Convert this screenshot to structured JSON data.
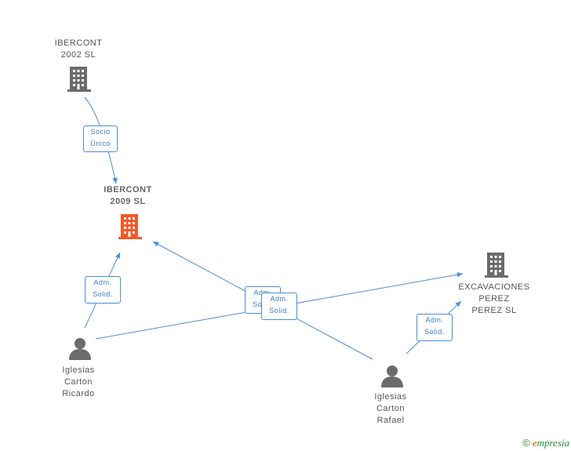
{
  "nodes": {
    "ibercont2002": {
      "line1": "IBERCONT",
      "line2": "2002  SL",
      "type": "company",
      "color": "#6b6b6b"
    },
    "ibercont2009": {
      "line1": "IBERCONT",
      "line2": "2009 SL",
      "type": "company",
      "color": "#f05a28"
    },
    "excavaciones": {
      "line1": "EXCAVACIONES",
      "line2": "PEREZ",
      "line3": "PEREZ  SL",
      "type": "company",
      "color": "#6b6b6b"
    },
    "ricardo": {
      "line1": "Iglesias",
      "line2": "Carton",
      "line3": "Ricardo",
      "type": "person",
      "color": "#6b6b6b"
    },
    "rafael": {
      "line1": "Iglesias",
      "line2": "Carton",
      "line3": "Rafael",
      "type": "person",
      "color": "#6b6b6b"
    }
  },
  "edges": {
    "socio": {
      "line1": "Socio",
      "line2": "Único"
    },
    "adm_ricardo_2009": {
      "line1": "Adm.",
      "line2": "Solid."
    },
    "adm_rafael_2009": {
      "line1": "Adm.",
      "line2": "Solid."
    },
    "adm_ricardo_exc": {
      "line1": "Adm.",
      "line2": "Solid."
    },
    "adm_rafael_exc": {
      "line1": "Adm.",
      "line2": "Solid."
    }
  },
  "colors": {
    "edge": "#4a8fd8",
    "highlight": "#f05a28",
    "node": "#6b6b6b"
  },
  "watermark": {
    "copyright": "©",
    "brand_e": "e",
    "brand_rest": "mpresia"
  }
}
